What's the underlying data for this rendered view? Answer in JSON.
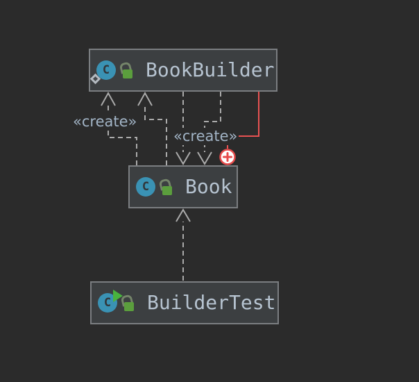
{
  "colors": {
    "canvas_bg": "#2b2b2b",
    "node_fill": "#3c3f41",
    "node_border": "#7b7e81",
    "title_text": "#b7c4d1",
    "edge_gray": "#ababab",
    "edge_label_text": "#a2b4c6",
    "selection_red": "#e85252",
    "class_icon_teal": "#3a92b4",
    "lock_green": "#5b9e3d",
    "run_green": "#49b33e",
    "origin_diamond_gray": "#b4bac0"
  },
  "diagram": {
    "nodes": [
      {
        "name": "BookBuilder",
        "icon_letter": "C",
        "icons": [
          "class-icon",
          "origin-diamond-icon",
          "unlocked-icon"
        ]
      },
      {
        "name": "Book",
        "icon_letter": "C",
        "icons": [
          "class-icon",
          "unlocked-icon"
        ]
      },
      {
        "name": "BuilderTest",
        "icon_letter": "C",
        "icons": [
          "class-icon",
          "run-overlay-icon",
          "unlocked-icon"
        ]
      }
    ],
    "edge_labels": [
      {
        "text": "«create»"
      },
      {
        "text": "«create»"
      }
    ],
    "edges": [
      {
        "from": "Book",
        "to": "BookBuilder",
        "style": "dashed",
        "stereotype": "«create»"
      },
      {
        "from": "Book",
        "to": "BookBuilder",
        "style": "dashed",
        "stereotype": "«create»"
      },
      {
        "from": "BookBuilder",
        "to": "Book",
        "style": "dashed",
        "stereotype": "«create»"
      },
      {
        "from": "BookBuilder",
        "to": "Book",
        "style": "dashed",
        "stereotype": "«create»"
      },
      {
        "from": "BuilderTest",
        "to": "Book",
        "style": "dashed"
      },
      {
        "from": "BookBuilder",
        "to": "Book",
        "style": "solid",
        "state": "selected",
        "badge": "+"
      }
    ],
    "badge_symbol": "+"
  }
}
